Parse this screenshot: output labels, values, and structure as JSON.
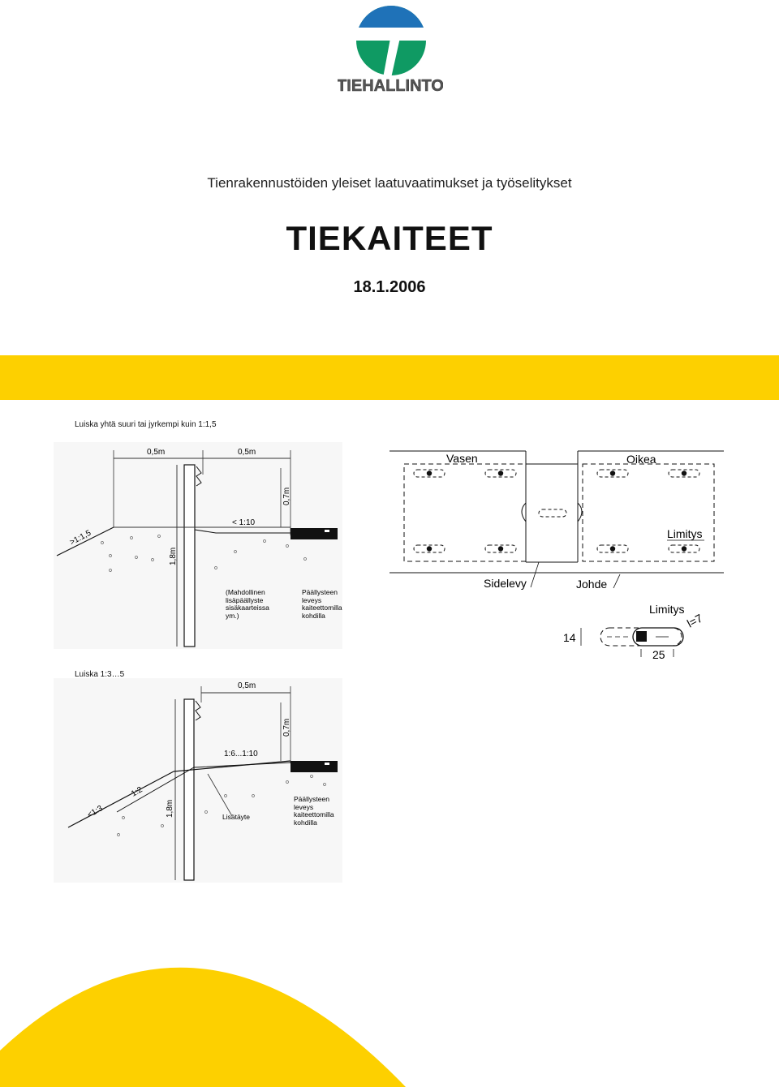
{
  "logo": {
    "text": "TIEHALLINTO"
  },
  "header": {
    "subtitle": "Tienrakennustöiden yleiset laatuvaatimukset ja työselitykset",
    "title": "TIEKAITEET",
    "date": "18.1.2006"
  },
  "colors": {
    "accent_yellow": "#fdd000",
    "logo_blue": "#1f72b8",
    "logo_green": "#0f9a63"
  },
  "figure1": {
    "caption": "Luiska yhtä suuri tai jyrkempi kuin 1:1,5",
    "dim_a": "0,5m",
    "dim_b": "0,5m",
    "height_post": "0,7m",
    "slope_top": "< 1:10",
    "slope_side": ">1:1,5",
    "depth": "1,8m",
    "note_left": [
      "(Mahdollinen",
      "lisäpäällyste",
      "sisäkaarteissa",
      "ym.)"
    ],
    "note_right": [
      "Päällysteen",
      "leveys",
      "kaiteettomilla",
      "kohdilla"
    ]
  },
  "figure2": {
    "caption": "Luiska 1:3…5",
    "dim": "0,5m",
    "height_post": "0,7m",
    "slope_top": "1:6...1:10",
    "slope_a": "1:2",
    "slope_b": "<1:3",
    "depth": "1,8m",
    "fill_label": "Lisätäyte",
    "note_right": [
      "Päällysteen",
      "leveys",
      "kaiteettomilla",
      "kohdilla"
    ]
  },
  "figure3": {
    "label_left": "Vasen",
    "label_right": "Oikea",
    "label_overlap": "Limitys",
    "label_sideplate": "Sidelevy",
    "label_rail": "Johde",
    "detail_overlap": "Limitys",
    "detail_l": "l=7",
    "dim_height": "14",
    "dim_width": "25"
  }
}
